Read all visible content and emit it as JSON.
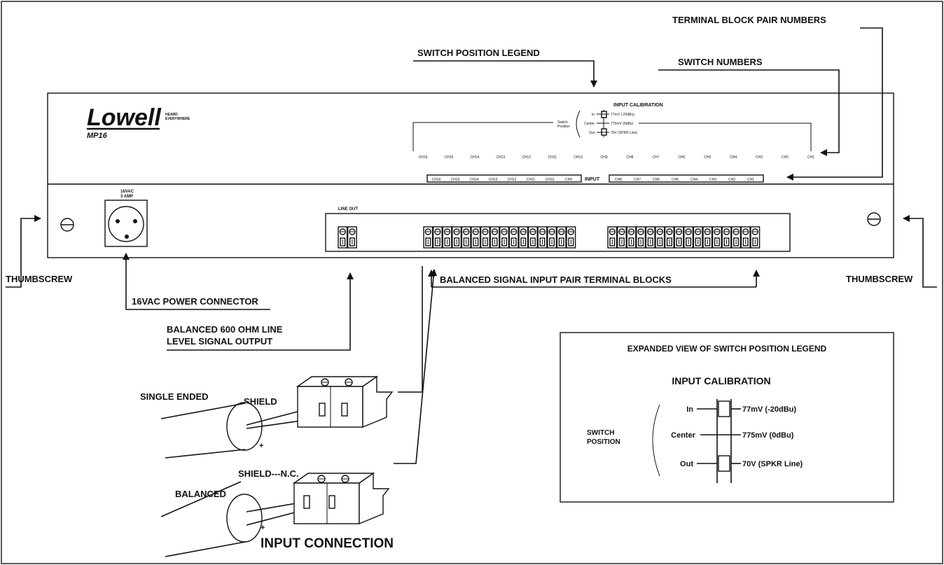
{
  "callouts": {
    "terminal_block_pair_numbers": "TERMINAL BLOCK PAIR NUMBERS",
    "switch_position_legend": "SWITCH POSITION LEGEND",
    "switch_numbers": "SWITCH NUMBERS",
    "thumbscrew_left": "THUMBSCREW",
    "thumbscrew_right": "THUMBSCREW",
    "power_connector": "16VAC POWER CONNECTOR",
    "line_output_1": "BALANCED 600 OHM LINE",
    "line_output_2": "LEVEL SIGNAL OUTPUT",
    "terminal_blocks": "BALANCED SIGNAL INPUT PAIR TERMINAL BLOCKS"
  },
  "device": {
    "brand": "Lowell",
    "tagline_1": "HEARD",
    "tagline_2": "EVERYWHERE",
    "model": "MP16",
    "power_label_1": "16VAC",
    "power_label_2": "3 AMP",
    "line_out_label": "LINE OUT",
    "input_label": "INPUT",
    "mini_legend": {
      "title": "INPUT CALIBRATION",
      "switch_label_1": "Switch",
      "switch_label_2": "Position",
      "rows": [
        {
          "pos": "In",
          "value": "77mV (-20dBu)"
        },
        {
          "pos": "Center",
          "value": "775mV (0dBu)"
        },
        {
          "pos": "Out",
          "value": "70V (SPKR Line)"
        }
      ]
    },
    "switch_channels": [
      "CH16",
      "CH15",
      "CH14",
      "CH13",
      "CH12",
      "CH11",
      "CH10",
      "CH9",
      "CH8",
      "CH7",
      "CH6",
      "CH5",
      "CH4",
      "CH3",
      "CH2",
      "CH1"
    ],
    "block_channels_left": [
      "CH16",
      "CH15",
      "CH14",
      "CH13",
      "CH12",
      "CH11",
      "CH10",
      "CH9"
    ],
    "block_channels_right": [
      "CH8",
      "CH7",
      "CH6",
      "CH5",
      "CH4",
      "CH3",
      "CH2",
      "CH1"
    ]
  },
  "input_connection": {
    "title": "INPUT CONNECTION",
    "single_ended": "SINGLE ENDED",
    "shield": "SHIELD",
    "minus": "-",
    "plus": "+",
    "balanced": "BALANCED",
    "shield_nc": "SHIELD---N.C.",
    "plus_balanced": "+"
  },
  "expanded_legend": {
    "title": "EXPANDED VIEW OF SWITCH POSITION LEGEND",
    "subtitle": "INPUT CALIBRATION",
    "switch_position_1": "SWITCH",
    "switch_position_2": "POSITION",
    "rows": [
      {
        "pos": "In",
        "value": "77mV (-20dBu)"
      },
      {
        "pos": "Center",
        "value": "775mV (0dBu)"
      },
      {
        "pos": "Out",
        "value": "70V (SPKR Line)"
      }
    ]
  }
}
